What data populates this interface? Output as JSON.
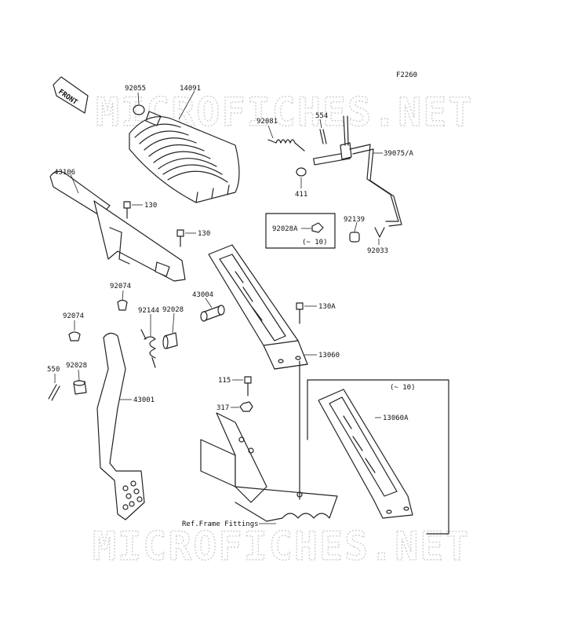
{
  "figure_code": "F2260",
  "front_marker": "FRONT",
  "watermark": "MICROFICHES.NET",
  "ref_note": "Ref.Frame Fittings",
  "labels": {
    "p92055": "92055",
    "p14091": "14091",
    "p92081": "92081",
    "p554": "554",
    "p39075A": "39075/A",
    "p411": "411",
    "p43106": "43106",
    "p130a": "130",
    "p130b": "130",
    "p92028A": "92028A",
    "p92028A_note": "(~ 10)",
    "p92139": "92139",
    "p92033": "92033",
    "p92074a": "92074",
    "p43004": "43004",
    "p92144": "92144",
    "p92028a": "92028",
    "p130A": "130A",
    "p92074b": "92074",
    "p13060": "13060",
    "p550": "550",
    "p92028b": "92028",
    "p43001": "43001",
    "p115": "115",
    "p317": "317",
    "p13060A_note": "(~ 10)",
    "p13060A": "13060A"
  }
}
